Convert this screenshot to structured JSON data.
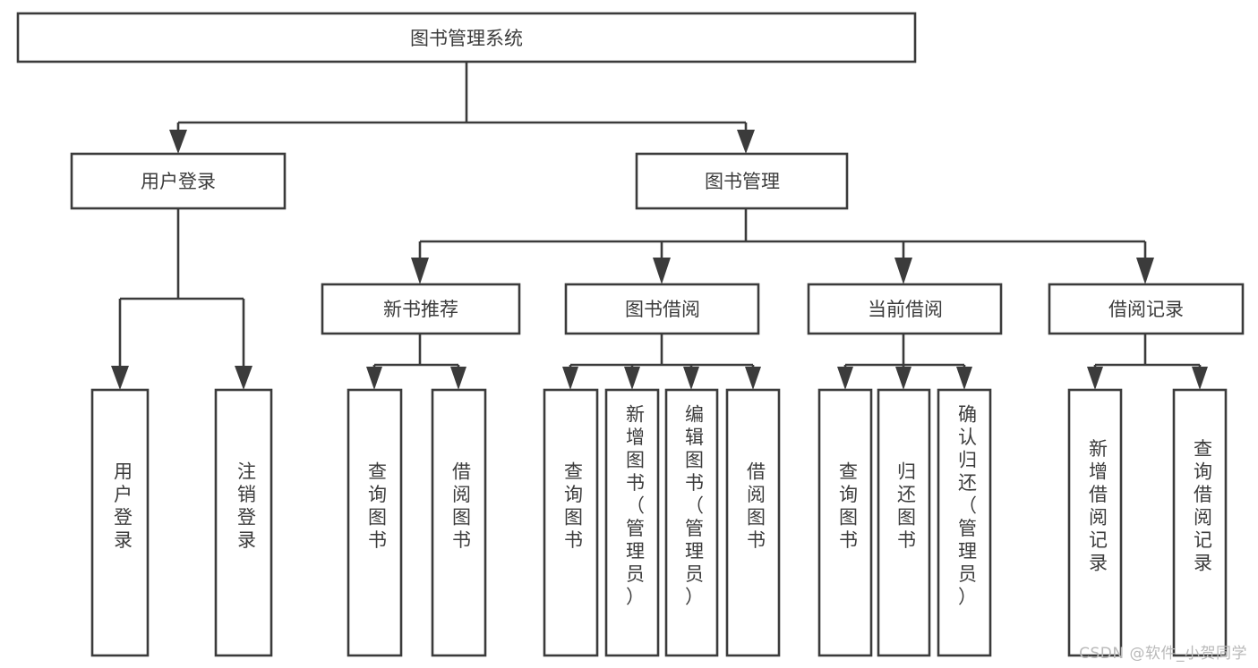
{
  "diagram": {
    "title": "图书管理系统",
    "type": "tree-hierarchy-diagram",
    "colors": {
      "stroke": "#3b3b3b",
      "box_fill": "#ffffff",
      "label_text": "#3c3c3c",
      "background": "#ffffff",
      "watermark": "#b9b9b9"
    },
    "levels": {
      "root": "图书管理系统",
      "level1": [
        "用户登录",
        "图书管理"
      ],
      "level2": [
        "新书推荐",
        "图书借阅",
        "当前借阅",
        "借阅记录"
      ],
      "level3": [
        "用户登录",
        "注销登录",
        "查询图书",
        "借阅图书",
        "查询图书",
        "新增图书（管理员）",
        "编辑图书（管理员）",
        "借阅图书",
        "查询图书",
        "归还图书",
        "确认归还（管理员）",
        "新增借阅记录",
        "查询借阅记录"
      ]
    },
    "nodes": {
      "root": {
        "label": "图书管理系统"
      },
      "user_login": {
        "label": "用户登录"
      },
      "book_manage": {
        "label": "图书管理"
      },
      "new_book_rec": {
        "label": "新书推荐"
      },
      "book_borrow": {
        "label": "图书借阅"
      },
      "current_borrow": {
        "label": "当前借阅"
      },
      "borrow_record": {
        "label": "借阅记录"
      },
      "leaf_user_login": {
        "label": "用户登录"
      },
      "leaf_logout": {
        "label": "注销登录"
      },
      "leaf_query_book_1": {
        "label": "查询图书"
      },
      "leaf_borrow_book_1": {
        "label": "借阅图书"
      },
      "leaf_query_book_2": {
        "label": "查询图书"
      },
      "leaf_add_book": {
        "label": "新增图书（管理员）"
      },
      "leaf_edit_book": {
        "label": "编辑图书（管理员）"
      },
      "leaf_borrow_book_2": {
        "label": "借阅图书"
      },
      "leaf_query_book_3": {
        "label": "查询图书"
      },
      "leaf_return_book": {
        "label": "归还图书"
      },
      "leaf_confirm_return": {
        "label": "确认归还（管理员）"
      },
      "leaf_add_record": {
        "label": "新增借阅记录"
      },
      "leaf_query_record": {
        "label": "查询借阅记录"
      }
    },
    "edges": [
      {
        "from": "root",
        "to": "user_login"
      },
      {
        "from": "root",
        "to": "book_manage"
      },
      {
        "from": "user_login",
        "to": "leaf_user_login"
      },
      {
        "from": "user_login",
        "to": "leaf_logout"
      },
      {
        "from": "book_manage",
        "to": "new_book_rec"
      },
      {
        "from": "book_manage",
        "to": "book_borrow"
      },
      {
        "from": "book_manage",
        "to": "current_borrow"
      },
      {
        "from": "book_manage",
        "to": "borrow_record"
      },
      {
        "from": "new_book_rec",
        "to": "leaf_query_book_1"
      },
      {
        "from": "new_book_rec",
        "to": "leaf_borrow_book_1"
      },
      {
        "from": "book_borrow",
        "to": "leaf_query_book_2"
      },
      {
        "from": "book_borrow",
        "to": "leaf_add_book"
      },
      {
        "from": "book_borrow",
        "to": "leaf_edit_book"
      },
      {
        "from": "book_borrow",
        "to": "leaf_borrow_book_2"
      },
      {
        "from": "current_borrow",
        "to": "leaf_query_book_3"
      },
      {
        "from": "current_borrow",
        "to": "leaf_return_book"
      },
      {
        "from": "current_borrow",
        "to": "leaf_confirm_return"
      },
      {
        "from": "borrow_record",
        "to": "leaf_add_record"
      },
      {
        "from": "borrow_record",
        "to": "leaf_query_record"
      }
    ]
  },
  "watermark": {
    "text": "CSDN @软件_小贺同学"
  }
}
